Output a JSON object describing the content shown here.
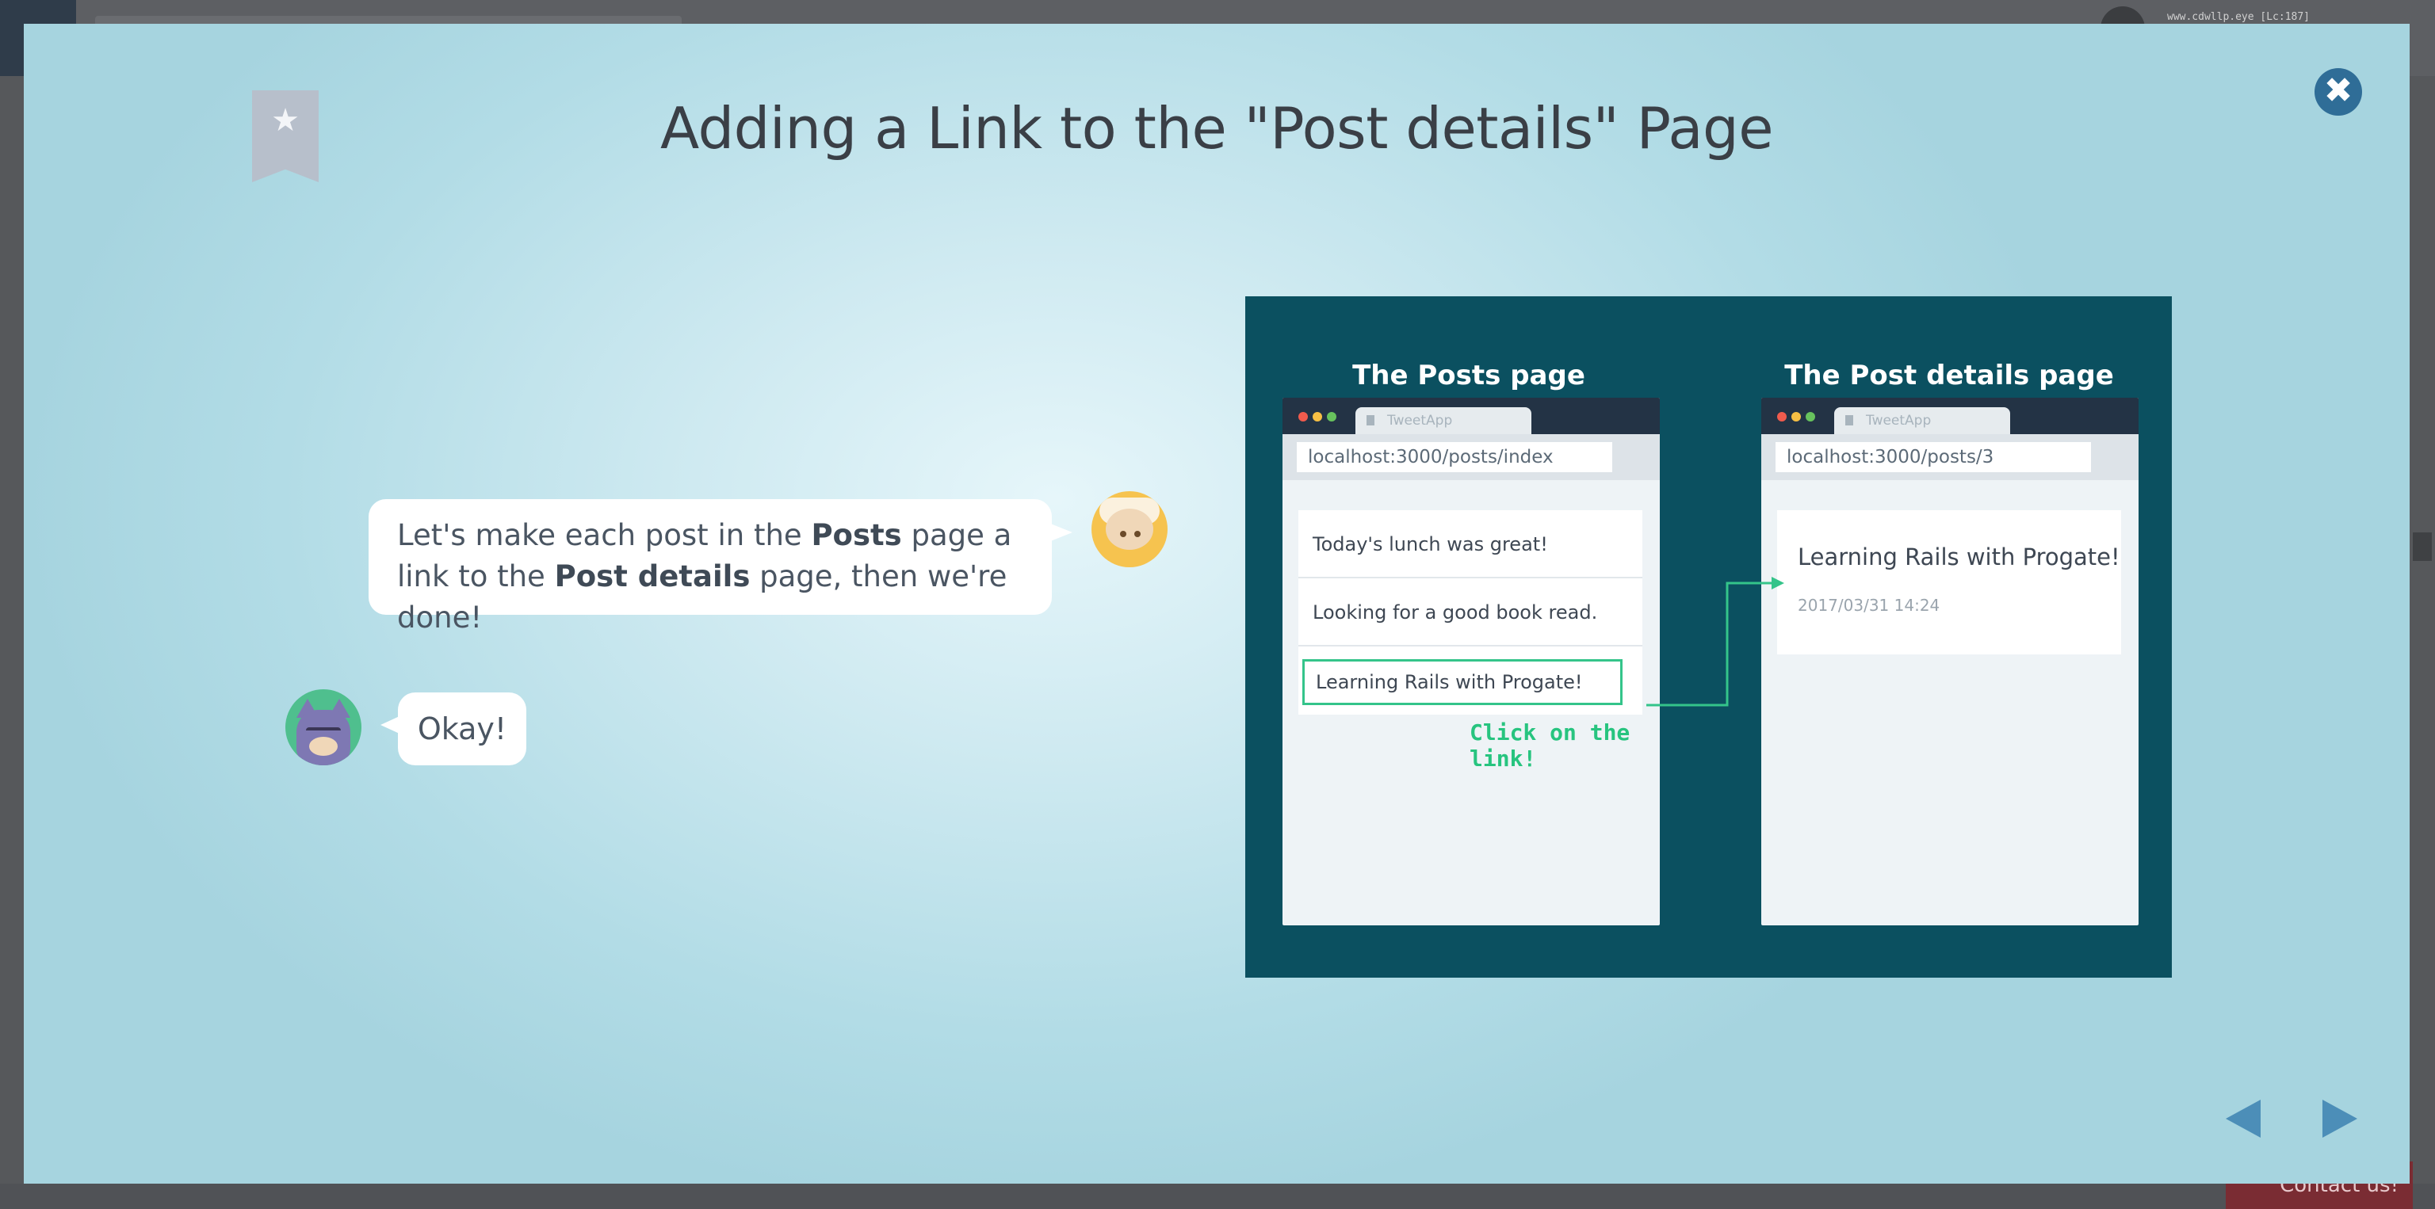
{
  "background": {
    "url_text": "www.cdwllp.eye [Lc:187]",
    "contact_label": "Contact us!"
  },
  "modal": {
    "title": "Adding a Link to the \"Post details\" Page",
    "close_icon": "close-icon",
    "bookmark_icon": "star-bookmark-icon"
  },
  "dialog": {
    "bubble1": {
      "t1": "Let's make each post in the ",
      "b1": "Posts",
      "t2": " page a link to the ",
      "b2": "Post details",
      "t3": " page, then we're done!"
    },
    "bubble2": "Okay!"
  },
  "illustration": {
    "left_heading": "The Posts page",
    "right_heading": "The Post details page",
    "tab_label": "TweetApp",
    "left_url": "localhost:3000/posts/index",
    "right_url": "localhost:3000/posts/3",
    "posts": [
      "Today's lunch was great!",
      "Looking for a good book read.",
      "Learning Rails with Progate!"
    ],
    "click_note": "Click on the link!",
    "detail_title": "Learning Rails with Progate!",
    "detail_date": "2017/03/31 14:24",
    "accent_color": "#34c48a",
    "panel_color": "#0b5060"
  },
  "nav": {
    "prev_icon": "prev-arrow-icon",
    "next_icon": "next-arrow-icon"
  }
}
